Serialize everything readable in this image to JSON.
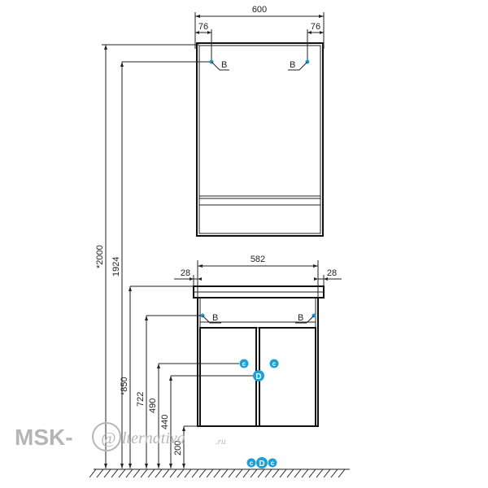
{
  "dimensions": {
    "mirror_width": "600",
    "mirror_left_offset": "76",
    "mirror_right_offset": "76",
    "cabinet_width": "582",
    "cabinet_left_offset": "28",
    "cabinet_right_offset": "28",
    "height_total": "*2000",
    "height_mirror": "1924",
    "height_cabinet": "*850",
    "height_722": "722",
    "height_490": "490",
    "height_440": "440",
    "height_200": "200"
  },
  "markers": {
    "mount_point": "B",
    "connection_c": "c",
    "connection_d": "D"
  },
  "watermark": {
    "brand": "MSK-",
    "at_symbol": "@",
    "word": "lternativa",
    "domain": ".ru"
  },
  "colors": {
    "line": "#222222",
    "marker_blue": "#1ba0d8",
    "watermark": "#b5b5b5"
  }
}
